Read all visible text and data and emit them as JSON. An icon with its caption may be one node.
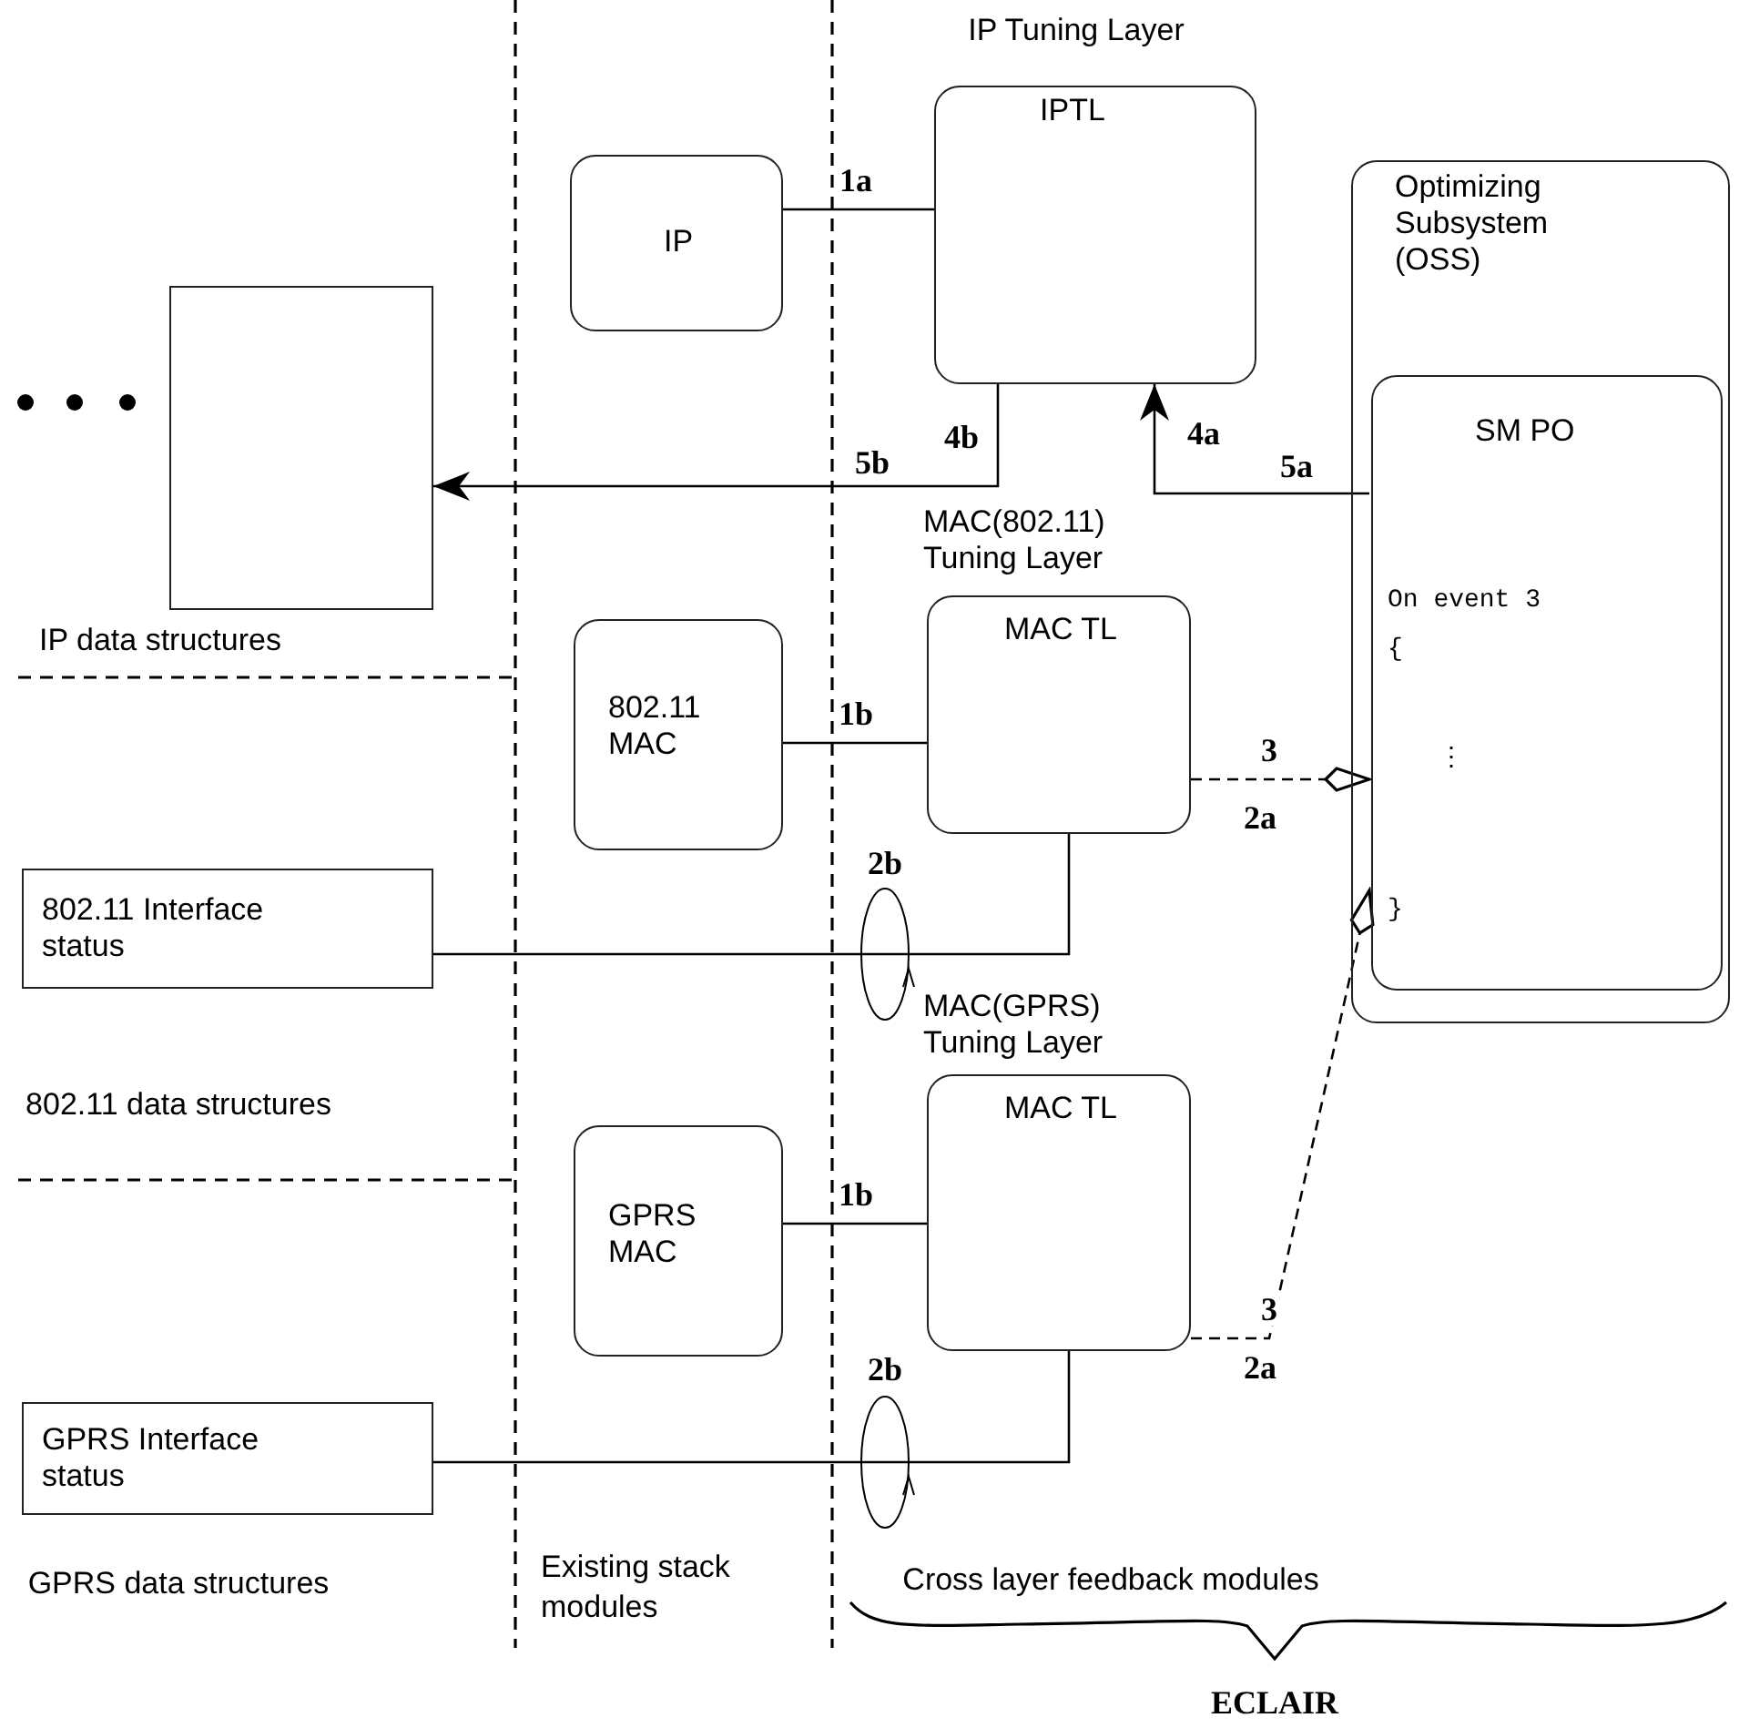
{
  "diagram": {
    "nodes": [
      {
        "text": [
          "IP Tuning Layer",
          "IPTL"
        ]
      },
      {
        "text": [
          "IP"
        ]
      },
      {
        "text": [
          "Optimizing Subsystem (OSS)"
        ]
      },
      {
        "text": [
          "SM PO",
          "On event 3",
          "{",
          "⋮",
          "}"
        ],
        "in": 2
      },
      {
        "text": [],
        "shape": "box"
      },
      {
        "text": [
          "MAC(802.11) Tuning Layer",
          "MAC TL"
        ]
      },
      {
        "text": [
          "802.11 MAC"
        ]
      },
      {
        "text": [
          "802.11 Interface status"
        ]
      },
      {
        "text": [
          "MAC(GPRS) Tuning Layer",
          "MAC TL"
        ]
      },
      {
        "text": [
          "GPRS MAC"
        ]
      },
      {
        "text": [
          "GPRS Interface status"
        ]
      }
    ],
    "edges": [
      {
        "from": 1,
        "to": 0,
        "arrow": "none",
        "label": "1a"
      },
      {
        "from": 0,
        "to": 4,
        "arrow": "to",
        "label": "5b"
      },
      {
        "from": 3,
        "to": 0,
        "arrow": "to",
        "label": "4a"
      },
      {
        "from": 6,
        "to": 5,
        "arrow": "none",
        "label": "1b"
      },
      {
        "from": 5,
        "to": 3,
        "arrow": "other",
        "label": "3",
        "style": "dashed"
      },
      {
        "from": 7,
        "to": 5,
        "arrow": "none",
        "label": "2b"
      },
      {
        "from": 9,
        "to": 8,
        "arrow": "none",
        "label": "1b"
      },
      {
        "from": 8,
        "to": 3,
        "arrow": "other",
        "label": "3",
        "style": "dashed"
      },
      {
        "from": 10,
        "to": 8,
        "arrow": "none",
        "label": "2b"
      }
    ],
    "labels": [
      "4b",
      "5a",
      "IP data structures",
      "2a",
      "802.11 data structures",
      "2a",
      "GPRS data structures",
      "Existing stack modules",
      "Cross layer feedback modules",
      "ECLAIR"
    ]
  }
}
